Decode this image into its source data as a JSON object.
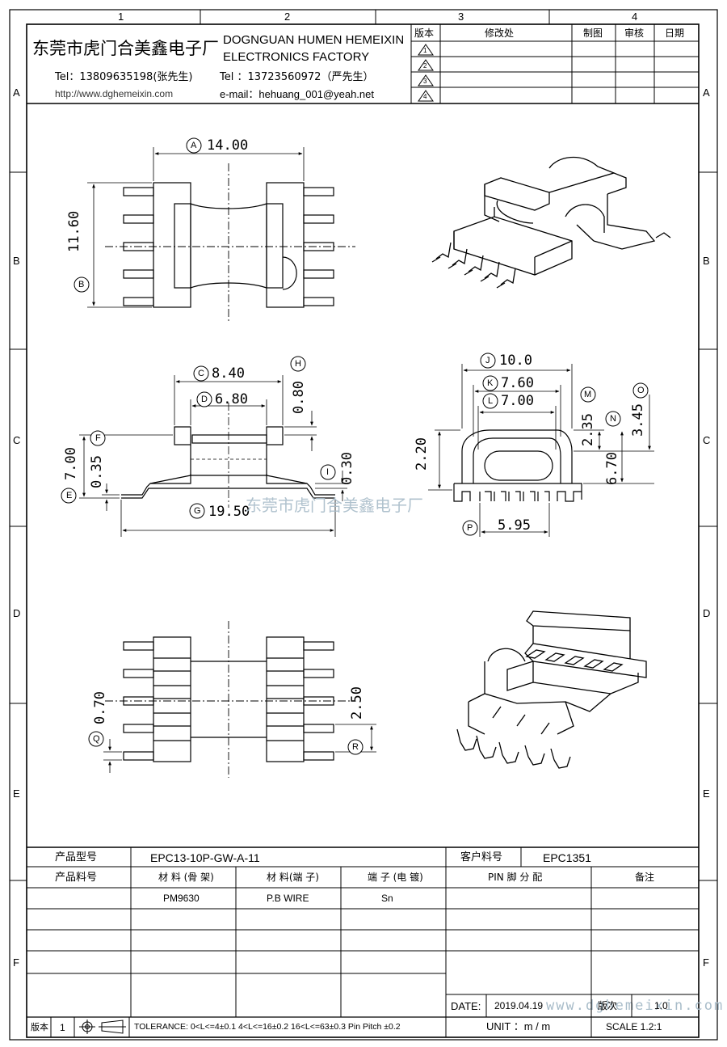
{
  "grid": {
    "cols": [
      "1",
      "2",
      "3",
      "4"
    ],
    "rows": [
      "A",
      "B",
      "C",
      "D",
      "E",
      "F"
    ]
  },
  "company": {
    "name_cn": "东莞市虎门合美鑫电子厂",
    "name_en_1": "DOGNGUAN HUMEN HEMEIXIN",
    "name_en_2": "ELECTRONICS FACTORY",
    "tel1": "Tel：13809635198(张先生)",
    "url": "http://www.dghemeixin.com",
    "tel2": "Tel ：13723560972（严先生）",
    "email": "e-mail：hehuang_001@yeah.net"
  },
  "revision_table": {
    "headers": [
      "版本",
      "修改处",
      "制图",
      "审核",
      "日期"
    ],
    "revisions": [
      "1",
      "2",
      "3",
      "4"
    ]
  },
  "dimensions": {
    "A": "14.00",
    "B": "11.60",
    "C": "8.40",
    "D": "6.80",
    "H": "0.80",
    "F": "0.35",
    "E": "7.00",
    "I": "0.30",
    "G": "19.50",
    "J": "10.0",
    "K": "7.60",
    "L": "7.00",
    "M": "2.35",
    "N": "6.70",
    "O": "3.45",
    "left_220": "2.20",
    "P": "5.95",
    "Q": "0.70",
    "R": "2.50"
  },
  "dim_letters": [
    "A",
    "B",
    "C",
    "D",
    "E",
    "F",
    "G",
    "H",
    "I",
    "J",
    "K",
    "L",
    "M",
    "N",
    "O",
    "P",
    "Q",
    "R"
  ],
  "watermark": "东莞市虎门合美鑫电子厂",
  "watermark_url": "www.dghemeixin.com",
  "title_block": {
    "product_model_label": "产品型号",
    "product_model": "EPC13-10P-GW-A-11",
    "customer_part_label": "客户料号",
    "customer_part": "EPC1351",
    "product_part_label": "产品料号",
    "material_bobbin_label": "材 料 (骨 架)",
    "material_pin_label": "材 料(端 子)",
    "pin_plating_label": "端 子 (电 镀)",
    "pin_assign_label": "PIN 脚 分 配",
    "remarks_label": "备注",
    "material_bobbin": "PM9630",
    "material_pin": "P.B WIRE",
    "pin_plating": "Sn",
    "date_label": "DATE:",
    "date": "2019.04.19",
    "version_label": "版次",
    "version": "1.0",
    "edition_label": "版本",
    "edition": "1",
    "tolerance": "TOLERANCE:  0<L<=4±0.1  4<L<=16±0.2  16<L<=63±0.3  Pin Pitch  ±0.2",
    "unit": "UNIT ：m / m",
    "scale": "SCALE  1.2:1"
  }
}
